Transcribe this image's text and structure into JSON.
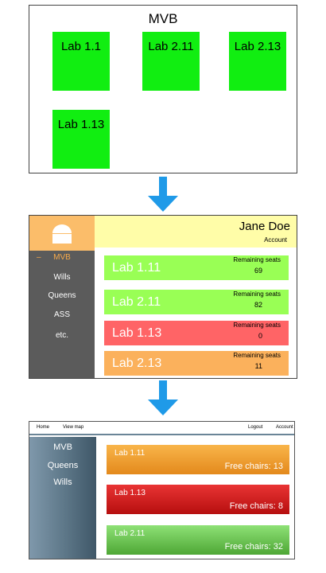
{
  "panel1": {
    "title": "MVB",
    "rooms": [
      "Lab 1.1",
      "Lab 2.11",
      "Lab 2.13",
      "Lab 1.13"
    ]
  },
  "panel2": {
    "username": "Jane Doe",
    "account_label": "Account",
    "nav": [
      "MVB",
      "Wills",
      "Queens",
      "ASS",
      "etc."
    ],
    "active_marker": "–",
    "remaining_label": "Remaining seats",
    "rooms": [
      {
        "name": "Lab 1.11",
        "seats": "69",
        "color": "#99ff55"
      },
      {
        "name": "Lab 2.11",
        "seats": "82",
        "color": "#99ff55"
      },
      {
        "name": "Lab 1.13",
        "seats": "0",
        "color": "#ff6466"
      },
      {
        "name": "Lab 2.13",
        "seats": "11",
        "color": "#fbb15c"
      }
    ]
  },
  "panel3": {
    "top_nav": {
      "home": "Home",
      "view_map": "View map",
      "logout": "Logout",
      "account": "Account"
    },
    "nav": [
      "MVB",
      "Queens",
      "Wills"
    ],
    "free_label": "Free chairs:",
    "rooms": [
      {
        "name": "Lab 1.11",
        "chairs": "13",
        "color_top": "#f9b54a",
        "color_bottom": "#e3891c"
      },
      {
        "name": "Lab 1.13",
        "chairs": "8",
        "color_top": "#e93434",
        "color_bottom": "#b60f0f"
      },
      {
        "name": "Lab 2.11",
        "chairs": "32",
        "color_top": "#8ee176",
        "color_bottom": "#4ea735"
      }
    ]
  },
  "colors": {
    "arrow": "#1f9ae8"
  }
}
